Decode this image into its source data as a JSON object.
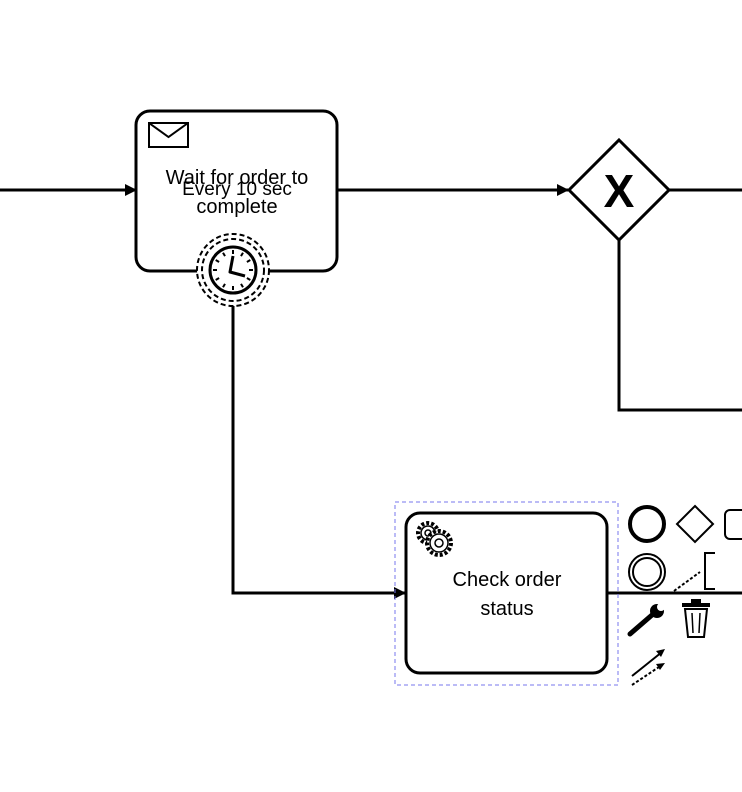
{
  "diagram": {
    "tasks": [
      {
        "id": "wait-task",
        "label_lines": [
          "Wait for order to",
          "complete"
        ],
        "icon": "envelope-icon"
      },
      {
        "id": "check-task",
        "label_lines": [
          "Check order",
          "status"
        ],
        "icon": "gears-icon"
      }
    ],
    "timer_event": {
      "label": "Every 10 sec",
      "icon": "clock-icon"
    },
    "gateway": {
      "marker": "X",
      "type": "exclusive"
    },
    "context_pad": {
      "items": [
        "end-event-icon",
        "gateway-icon",
        "task-icon",
        "intermediate-event-icon",
        "text-annotation-icon",
        "wrench-icon",
        "trash-icon",
        "connect-icon"
      ]
    },
    "selection_color": "#7777ee"
  }
}
